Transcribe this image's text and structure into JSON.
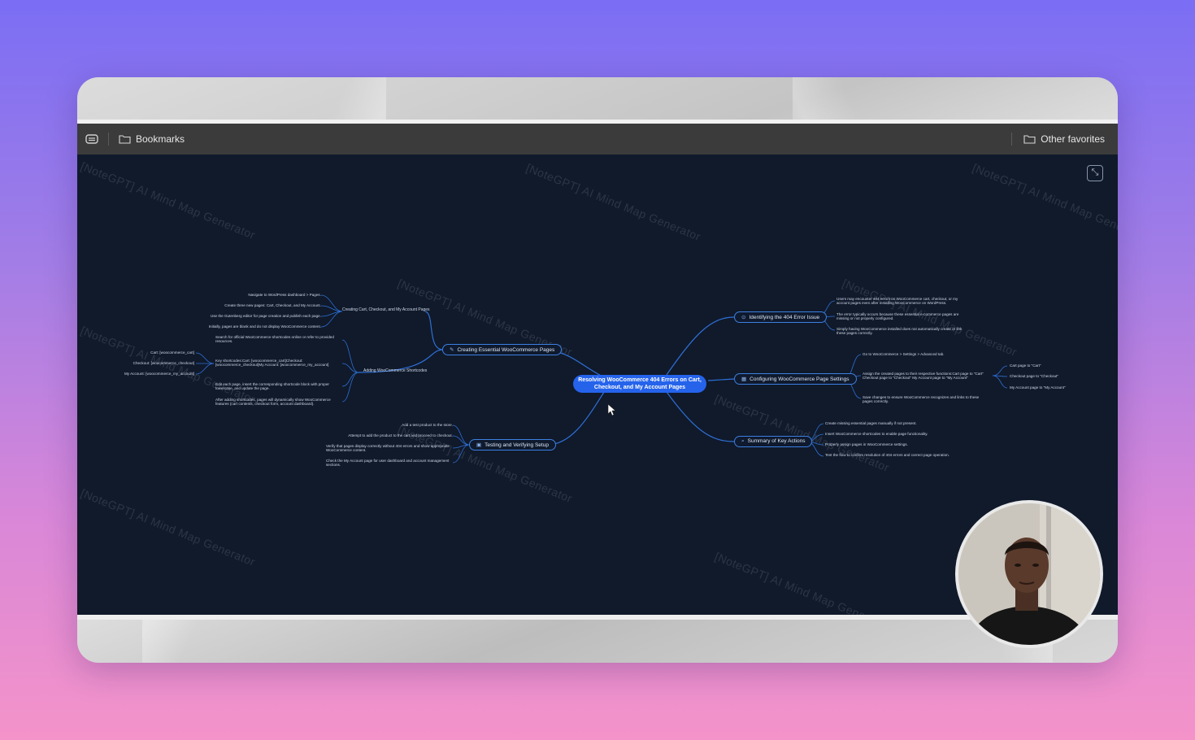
{
  "bookmarks_bar": {
    "bookmarks_label": "Bookmarks",
    "other_favorites_label": "Other favorites"
  },
  "watermark_text": "[NoteGPT] AI Mind Map Generator",
  "mindmap": {
    "center": "Resolving WooCommerce 404 Errors on Cart, Checkout, and My Account Pages",
    "branches": {
      "creating": {
        "label": "Creating Essential WooCommerce Pages",
        "sub1": {
          "label": "Creating Cart, Checkout, and My Account Pages",
          "leaves": [
            "Navigate to WordPress dashboard > Pages.",
            "Create three new pages: Cart, Checkout, and My Account.",
            "Use the Gutenberg editor for page creation and publish each page.",
            "Initially, pages are blank and do not display WooCommerce content."
          ]
        },
        "sub2": {
          "label": "Adding WooCommerce Shortcodes",
          "leaves": [
            "Search for official WooCommerce shortcodes online or refer to provided resources.",
            "Key shortcodes:Cart: [woocommerce_cart]Checkout: [woocommerce_checkout]My Account: [woocommerce_my_account]",
            "Edit each page, insert the corresponding shortcode block with proper lowercase, and update the page.",
            "After adding shortcodes, pages will dynamically show WooCommerce features (cart contents, checkout form, account dashboard)."
          ],
          "shortcodes": [
            "Cart: [woocommerce_cart]",
            "Checkout: [woocommerce_checkout]",
            "My Account: [woocommerce_my_account]"
          ]
        }
      },
      "testing": {
        "label": "Testing and Verifying Setup",
        "leaves": [
          "Add a test product to the store.",
          "Attempt to add the product to the cart and proceed to checkout.",
          "Verify that pages display correctly without 404 errors and show appropriate WooCommerce content.",
          "Check the My Account page for user dashboard and account management sections."
        ]
      },
      "identifying": {
        "label": "Identifying the 404 Error Issue",
        "leaves": [
          "Users may encounter 404 errors on WooCommerce cart, checkout, or my account pages even after installing WooCommerce on WordPress.",
          "The error typically occurs because these essential e-commerce pages are missing or not properly configured.",
          "Simply having WooCommerce installed does not automatically create or link these pages correctly."
        ]
      },
      "configuring": {
        "label": "Configuring WooCommerce Page Settings",
        "leaves": [
          "Go to WooCommerce > Settings > Advanced tab.",
          "Assign the created pages to their respective functions:Cart page to \"Cart\" Checkout page to \"Checkout\" My Account page to \"My Account\"",
          "Save changes to ensure WooCommerce recognizes and links to these pages correctly."
        ],
        "assignments": [
          "Cart page to \"Cart\"",
          "Checkout page to \"Checkout\"",
          "My Account page to \"My Account\""
        ]
      },
      "summary": {
        "label": "Summary of Key Actions",
        "leaves": [
          "Create missing essential pages manually if not present.",
          "Insert WooCommerce shortcodes to enable page functionality.",
          "Properly assign pages in WooCommerce settings.",
          "Test the flow to confirm resolution of 404 errors and correct page operation."
        ]
      }
    }
  },
  "icons": [
    "toggle-icon",
    "folder-icon",
    "collapse-icon",
    "cursor-icon"
  ]
}
